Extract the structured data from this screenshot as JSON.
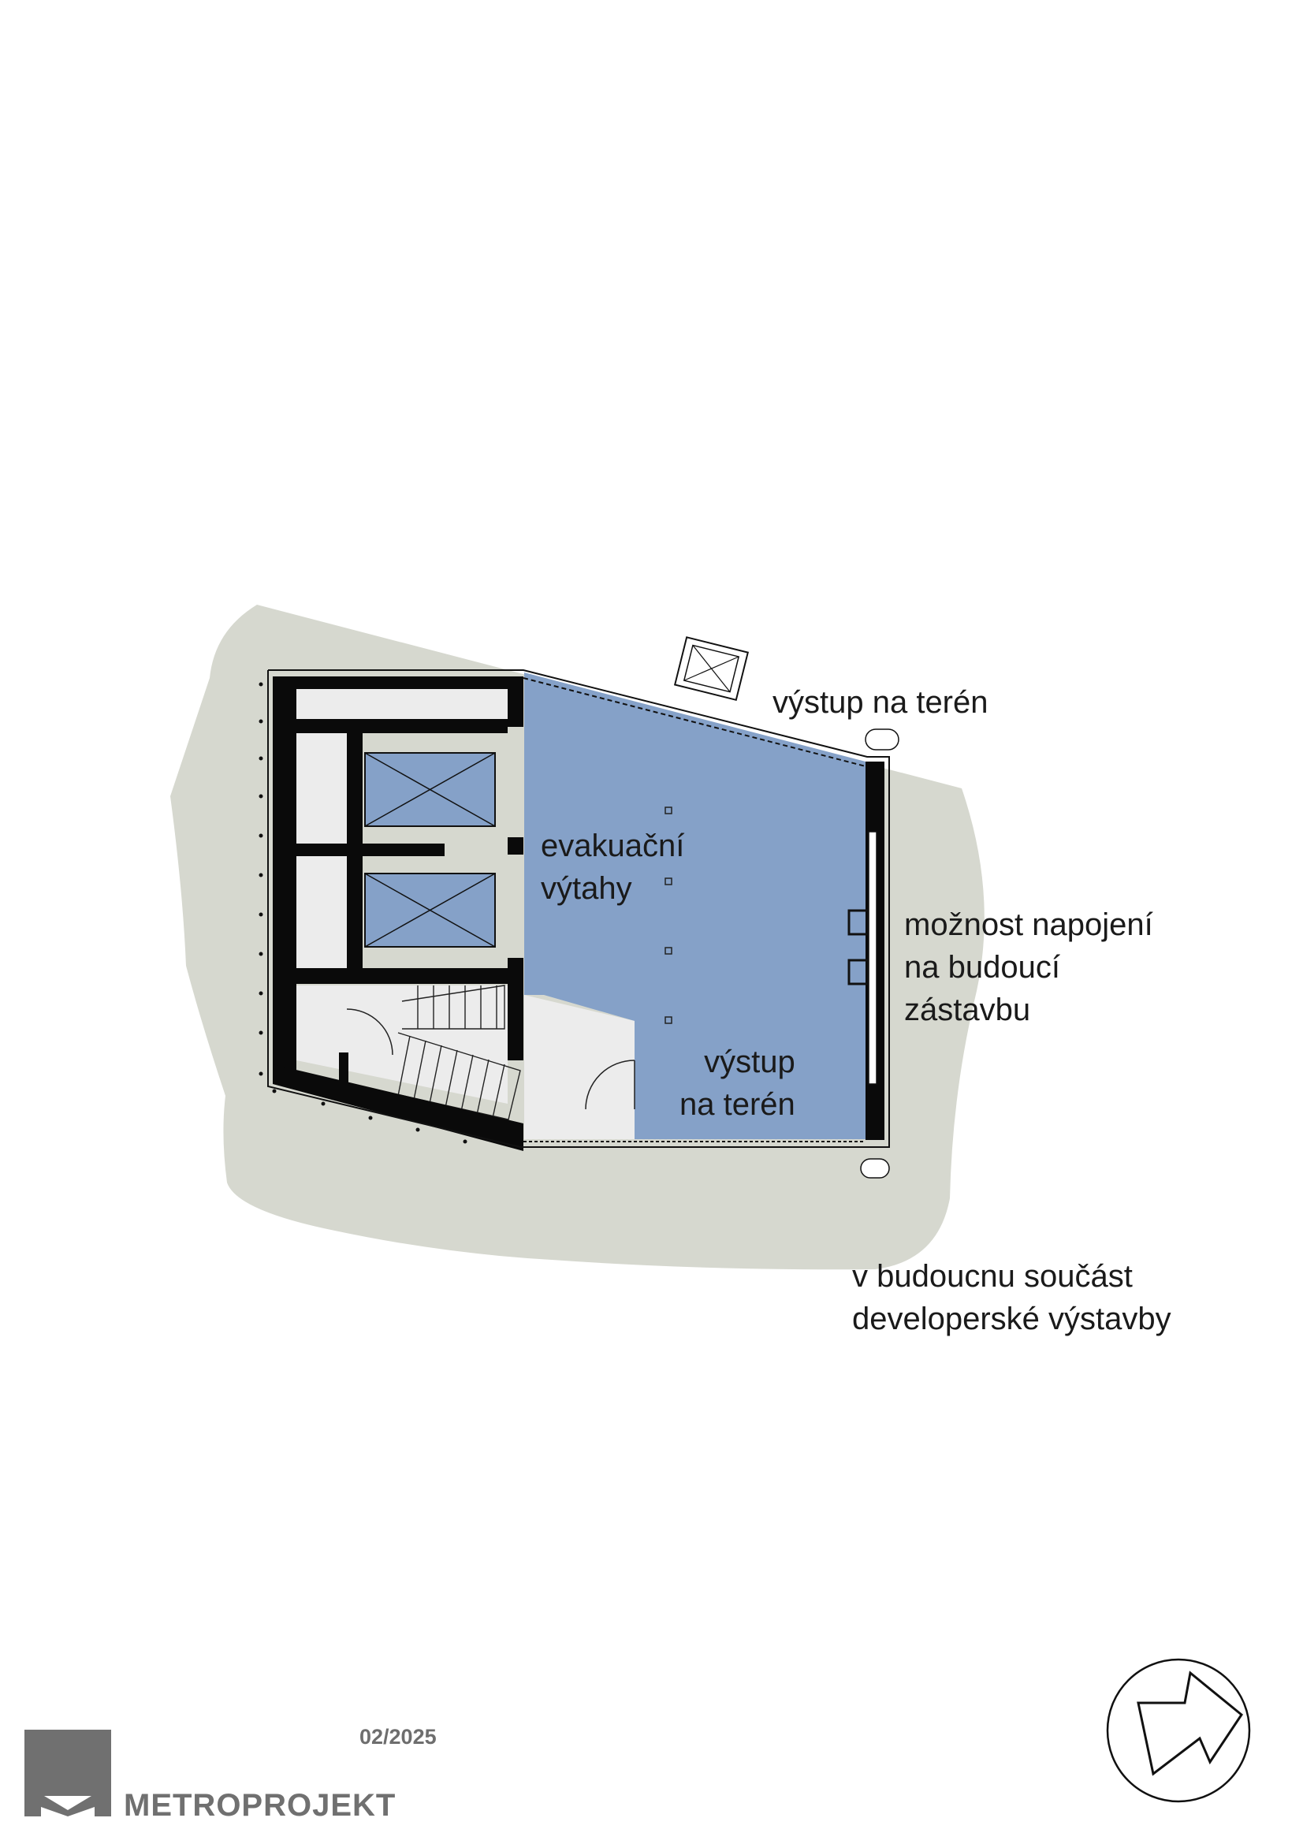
{
  "labels": {
    "top_exit": "výstup na terén",
    "elevators": [
      "evakuační",
      "výtahy"
    ],
    "connection": [
      "možnost napojení",
      "na budoucí",
      "zástavbu"
    ],
    "bottom_exit": [
      "výstup",
      "na terén"
    ],
    "future": [
      "v budoucnu součást",
      "developerské výstavby"
    ]
  },
  "footer": {
    "date": "02/2025",
    "company": "METROPROJEKT"
  },
  "colors": {
    "terrain": "#d6d8cf",
    "hall": "#85a1c8",
    "room": "#ececec",
    "wall": "#0a0a0a",
    "logo": "#707070"
  },
  "icons": {
    "north_arrow": "north-arrow-icon",
    "logo": "metroprojekt-logo"
  }
}
